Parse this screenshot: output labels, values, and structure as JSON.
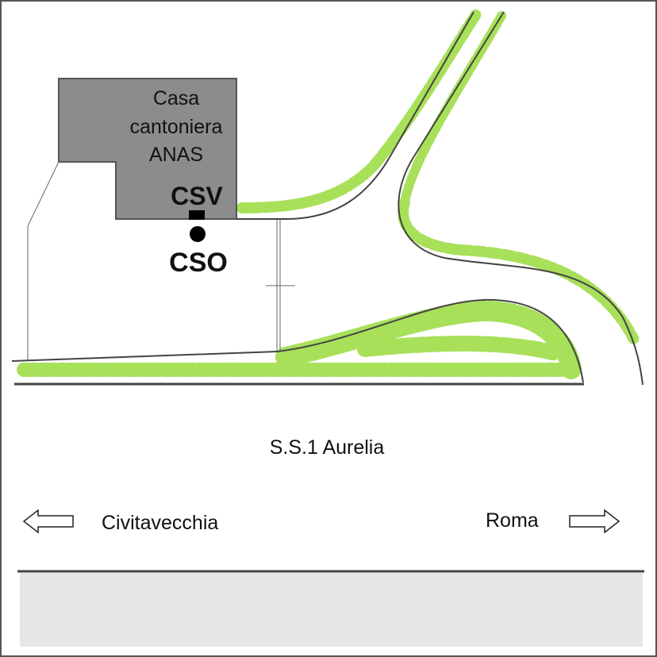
{
  "building": {
    "lines": [
      "Casa",
      "cantoniera",
      "ANAS"
    ]
  },
  "markers": {
    "csv": "CSV",
    "cso": "CSO"
  },
  "road": {
    "name": "S.S.1 Aurelia"
  },
  "directions": {
    "left": "Civitavecchia",
    "right": "Roma"
  },
  "colors": {
    "building": "#8c8c8c",
    "vegetation": "#a8e05a",
    "strip": "#e6e6e6"
  }
}
